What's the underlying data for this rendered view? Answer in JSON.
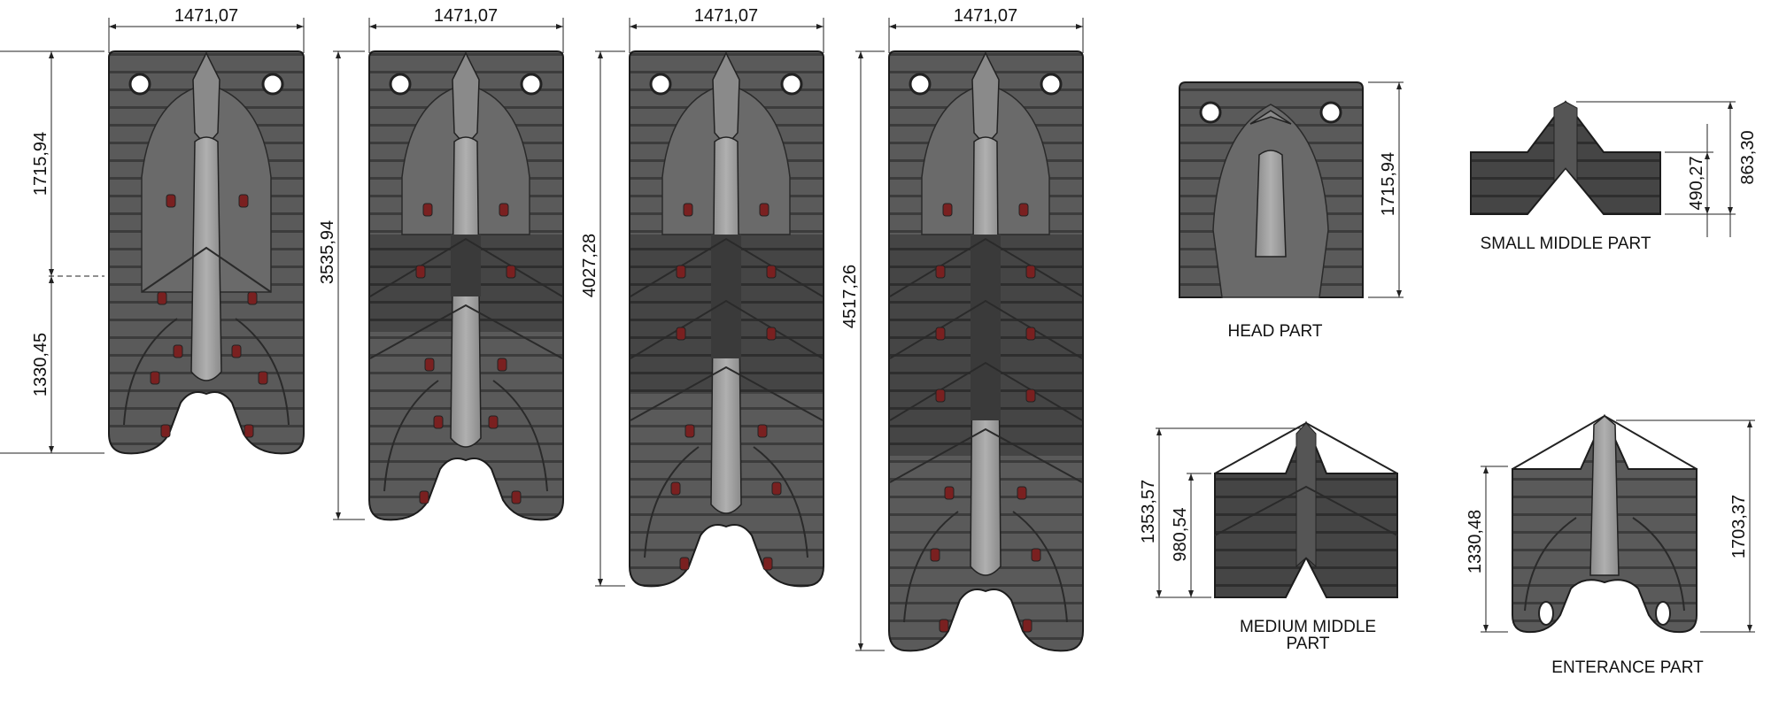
{
  "assemblies": [
    {
      "width_label": "1471,07",
      "height_label": "",
      "upper_label": "1715,94",
      "lower_label": "1330,45"
    },
    {
      "width_label": "1471,07",
      "height_label": "3535,94"
    },
    {
      "width_label": "1471,07",
      "height_label": "4027,28"
    },
    {
      "width_label": "1471,07",
      "height_label": "4517,26"
    }
  ],
  "parts": {
    "head": {
      "caption": "HEAD PART",
      "height_label": "1715,94"
    },
    "small_middle": {
      "caption": "SMALL MIDDLE PART",
      "outer_height_label": "863,30",
      "inner_height_label": "490,27"
    },
    "medium_middle": {
      "caption_line1": "MEDIUM MIDDLE",
      "caption_line2": "PART",
      "outer_height_label": "1353,57",
      "inner_height_label": "980,54"
    },
    "entrance": {
      "caption": "ENTERANCE PART",
      "inner_height_label": "1330,48",
      "outer_height_label": "1703,37"
    }
  },
  "colors": {
    "body_dark": "#4a4a4a",
    "body_mid": "#6e6e6e",
    "body_light": "#9a9a9a",
    "module_dark": "#3a3a3a",
    "accent_red": "#7a2020",
    "line": "#222222"
  }
}
